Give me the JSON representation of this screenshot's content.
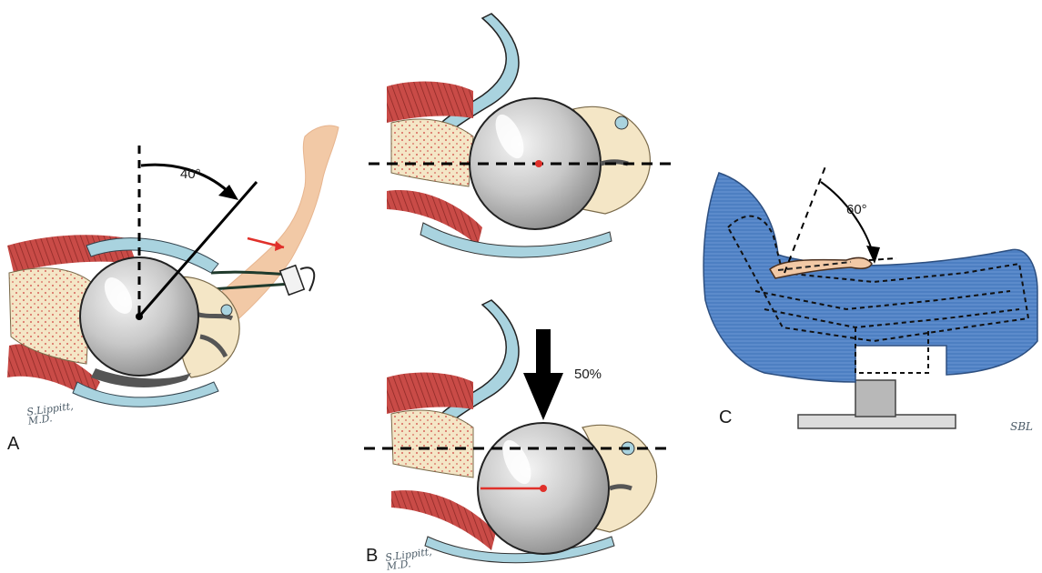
{
  "panels": {
    "a": {
      "letter": "A",
      "angle": "40°",
      "signature": "S.Lippitt, M.D."
    },
    "b": {
      "letter": "B",
      "load": "50%",
      "signature": "S.Lippitt, M.D."
    },
    "c": {
      "letter": "C",
      "angle": "60°",
      "signature": "SBL"
    }
  },
  "colors": {
    "muscle": "#c94b47",
    "bone": "#f4e6c6",
    "cartilage": "#a9d3df",
    "head": "#c9c9c9",
    "skin": "#f2c9a6",
    "drape": "#4a7bbf",
    "accent": "#e0302a"
  }
}
